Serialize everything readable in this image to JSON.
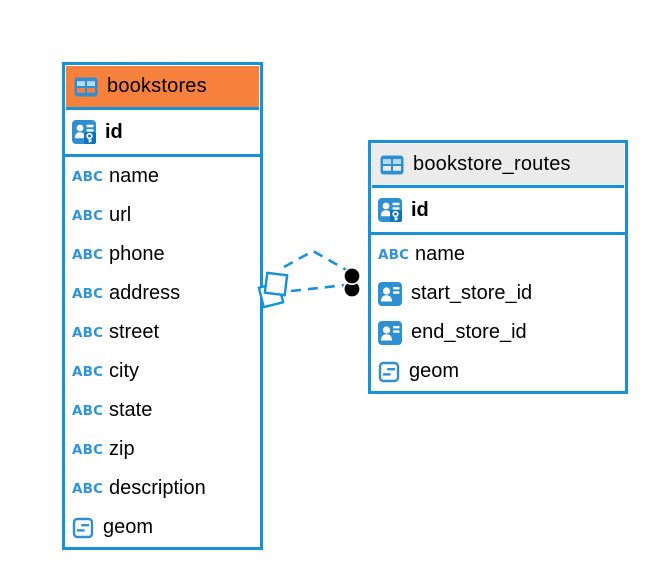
{
  "diagram": {
    "tables": [
      {
        "name": "bookstores",
        "header_color": "#F6813C",
        "pk": {
          "label": "id",
          "type": "primary-key"
        },
        "columns": [
          {
            "label": "name",
            "type": "text"
          },
          {
            "label": "url",
            "type": "text"
          },
          {
            "label": "phone",
            "type": "text"
          },
          {
            "label": "address",
            "type": "text"
          },
          {
            "label": "street",
            "type": "text"
          },
          {
            "label": "city",
            "type": "text"
          },
          {
            "label": "state",
            "type": "text"
          },
          {
            "label": "zip",
            "type": "text"
          },
          {
            "label": "description",
            "type": "text"
          },
          {
            "label": "geom",
            "type": "geometry"
          }
        ]
      },
      {
        "name": "bookstore_routes",
        "header_color": "#EBEBEB",
        "pk": {
          "label": "id",
          "type": "primary-key"
        },
        "columns": [
          {
            "label": "name",
            "type": "text"
          },
          {
            "label": "start_store_id",
            "type": "reference"
          },
          {
            "label": "end_store_id",
            "type": "reference"
          },
          {
            "label": "geom",
            "type": "geometry"
          }
        ]
      }
    ],
    "relationships": [
      {
        "from": "bookstores",
        "to": "bookstore_routes",
        "style": "dashed"
      },
      {
        "from": "bookstores",
        "to": "bookstore_routes",
        "style": "dashed"
      }
    ],
    "colors": {
      "accent_blue": "#1792D9",
      "icon_blue": "#2E8FD2",
      "header_orange": "#F6813C",
      "header_gray": "#EBEBEB",
      "text": "#000000"
    },
    "icons": {
      "text_glyph": "ABC"
    }
  }
}
